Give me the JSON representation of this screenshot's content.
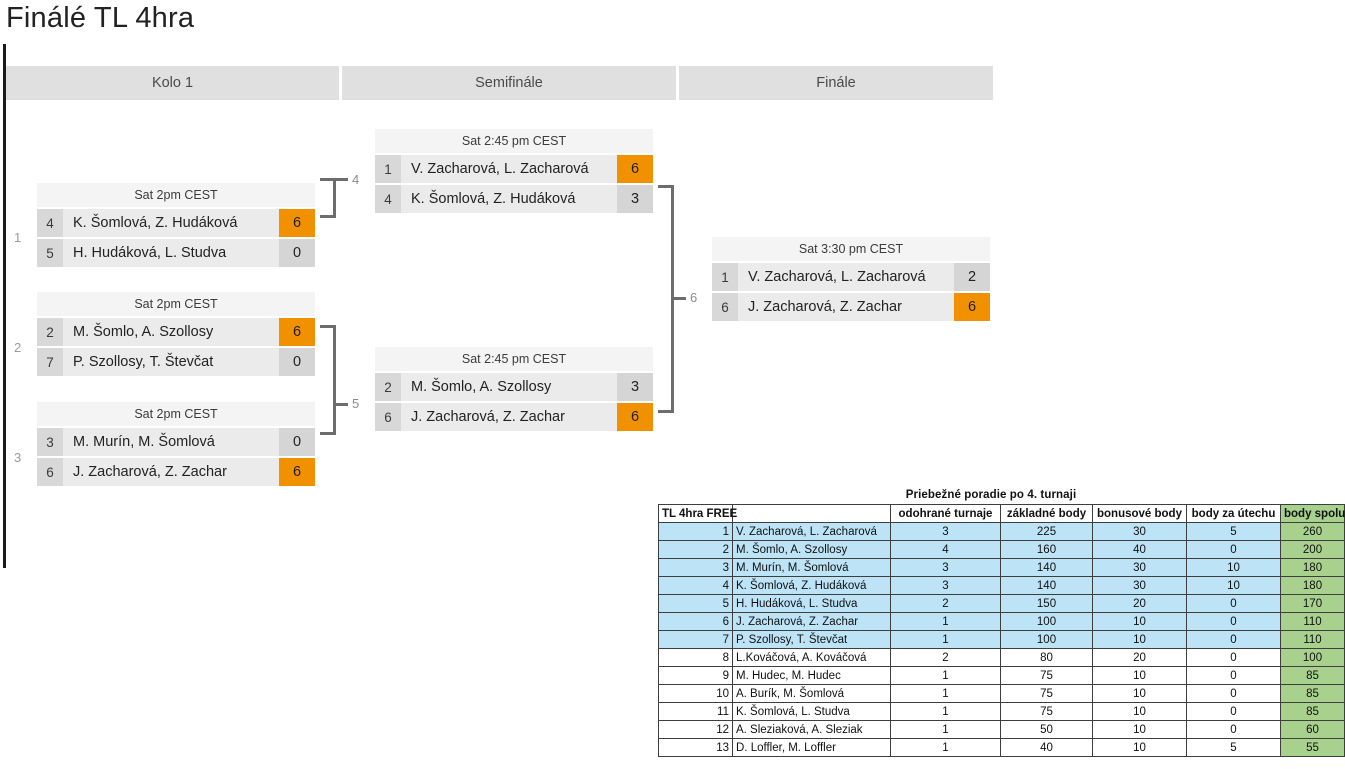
{
  "page": {
    "title": "Finálé TL 4hra"
  },
  "bracket": {
    "rounds": [
      {
        "label": "Kolo 1"
      },
      {
        "label": "Semifinále"
      },
      {
        "label": "Finále"
      }
    ],
    "round1": [
      {
        "ordinal": "1",
        "time": "Sat 2pm CEST",
        "top": {
          "seed": "4",
          "name": "K. Šomlová, Z. Hudáková",
          "score": "6",
          "winner": true
        },
        "bottom": {
          "seed": "5",
          "name": "H. Hudáková, L. Studva",
          "score": "0",
          "winner": false
        }
      },
      {
        "ordinal": "2",
        "time": "Sat 2pm CEST",
        "top": {
          "seed": "2",
          "name": "M. Šomlo, A. Szollosy",
          "score": "6",
          "winner": true
        },
        "bottom": {
          "seed": "7",
          "name": "P. Szollosy, T. Števčat",
          "score": "0",
          "winner": false
        }
      },
      {
        "ordinal": "3",
        "time": "Sat 2pm CEST",
        "top": {
          "seed": "3",
          "name": "M. Murín, M. Šomlová",
          "score": "0",
          "winner": false
        },
        "bottom": {
          "seed": "6",
          "name": "J. Zacharová, Z. Zachar",
          "score": "6",
          "winner": true
        }
      }
    ],
    "semifinals": [
      {
        "ordinal": "4",
        "time": "Sat 2:45 pm CEST",
        "top": {
          "seed": "1",
          "name": "V. Zacharová, L. Zacharová",
          "score": "6",
          "winner": true
        },
        "bottom": {
          "seed": "4",
          "name": "K. Šomlová, Z. Hudáková",
          "score": "3",
          "winner": false
        }
      },
      {
        "ordinal": "5",
        "time": "Sat 2:45 pm CEST",
        "top": {
          "seed": "2",
          "name": "M. Šomlo, A. Szollosy",
          "score": "3",
          "winner": false
        },
        "bottom": {
          "seed": "6",
          "name": "J. Zacharová, Z. Zachar",
          "score": "6",
          "winner": true
        }
      }
    ],
    "final": [
      {
        "ordinal": "6",
        "time": "Sat 3:30 pm CEST",
        "top": {
          "seed": "1",
          "name": "V. Zacharová, L. Zacharová",
          "score": "2",
          "winner": false
        },
        "bottom": {
          "seed": "6",
          "name": "J. Zacharová, Z. Zachar",
          "score": "6",
          "winner": true
        }
      }
    ],
    "connector_labels": {
      "c4": "4",
      "c5": "5",
      "c6": "6"
    }
  },
  "standings": {
    "caption": "Priebežné poradie po 4. turnaji",
    "columns": [
      "TL 4hra FREE",
      "",
      "odohrané turnaje",
      "základné body",
      "bonusové body",
      "body za útechu",
      "body spolu"
    ],
    "rows": [
      {
        "rank": "1",
        "name": "V. Zacharová, L. Zacharová",
        "tournaments": "3",
        "base": "225",
        "bonus": "30",
        "consolation": "5",
        "total": "260",
        "highlight": true
      },
      {
        "rank": "2",
        "name": "M. Šomlo, A. Szollosy",
        "tournaments": "4",
        "base": "160",
        "bonus": "40",
        "consolation": "0",
        "total": "200",
        "highlight": true
      },
      {
        "rank": "3",
        "name": "M. Murín, M. Šomlová",
        "tournaments": "3",
        "base": "140",
        "bonus": "30",
        "consolation": "10",
        "total": "180",
        "highlight": true
      },
      {
        "rank": "4",
        "name": "K. Šomlová, Z. Hudáková",
        "tournaments": "3",
        "base": "140",
        "bonus": "30",
        "consolation": "10",
        "total": "180",
        "highlight": true
      },
      {
        "rank": "5",
        "name": "H. Hudáková, L. Studva",
        "tournaments": "2",
        "base": "150",
        "bonus": "20",
        "consolation": "0",
        "total": "170",
        "highlight": true
      },
      {
        "rank": "6",
        "name": "J. Zacharová, Z. Zachar",
        "tournaments": "1",
        "base": "100",
        "bonus": "10",
        "consolation": "0",
        "total": "110",
        "highlight": true
      },
      {
        "rank": "7",
        "name": "P. Szollosy, T. Števčat",
        "tournaments": "1",
        "base": "100",
        "bonus": "10",
        "consolation": "0",
        "total": "110",
        "highlight": true
      },
      {
        "rank": "8",
        "name": "L.Kováčová, A. Kováčová",
        "tournaments": "2",
        "base": "80",
        "bonus": "20",
        "consolation": "0",
        "total": "100",
        "highlight": false
      },
      {
        "rank": "9",
        "name": "M. Hudec, M. Hudec",
        "tournaments": "1",
        "base": "75",
        "bonus": "10",
        "consolation": "0",
        "total": "85",
        "highlight": false
      },
      {
        "rank": "10",
        "name": "A. Burík, M. Šomlová",
        "tournaments": "1",
        "base": "75",
        "bonus": "10",
        "consolation": "0",
        "total": "85",
        "highlight": false
      },
      {
        "rank": "11",
        "name": "K. Šomlová, L. Studva",
        "tournaments": "1",
        "base": "75",
        "bonus": "10",
        "consolation": "0",
        "total": "85",
        "highlight": false
      },
      {
        "rank": "12",
        "name": "A. Sleziaková, A. Sleziak",
        "tournaments": "1",
        "base": "50",
        "bonus": "10",
        "consolation": "0",
        "total": "60",
        "highlight": false
      },
      {
        "rank": "13",
        "name": "D. Loffler, M. Loffler",
        "tournaments": "1",
        "base": "40",
        "bonus": "10",
        "consolation": "5",
        "total": "55",
        "highlight": false
      }
    ]
  },
  "colors": {
    "winner": "#f29100",
    "total_cell": "#a9d18e",
    "highlight_row": "#bde3f7",
    "header_band": "#e0e0e0"
  }
}
